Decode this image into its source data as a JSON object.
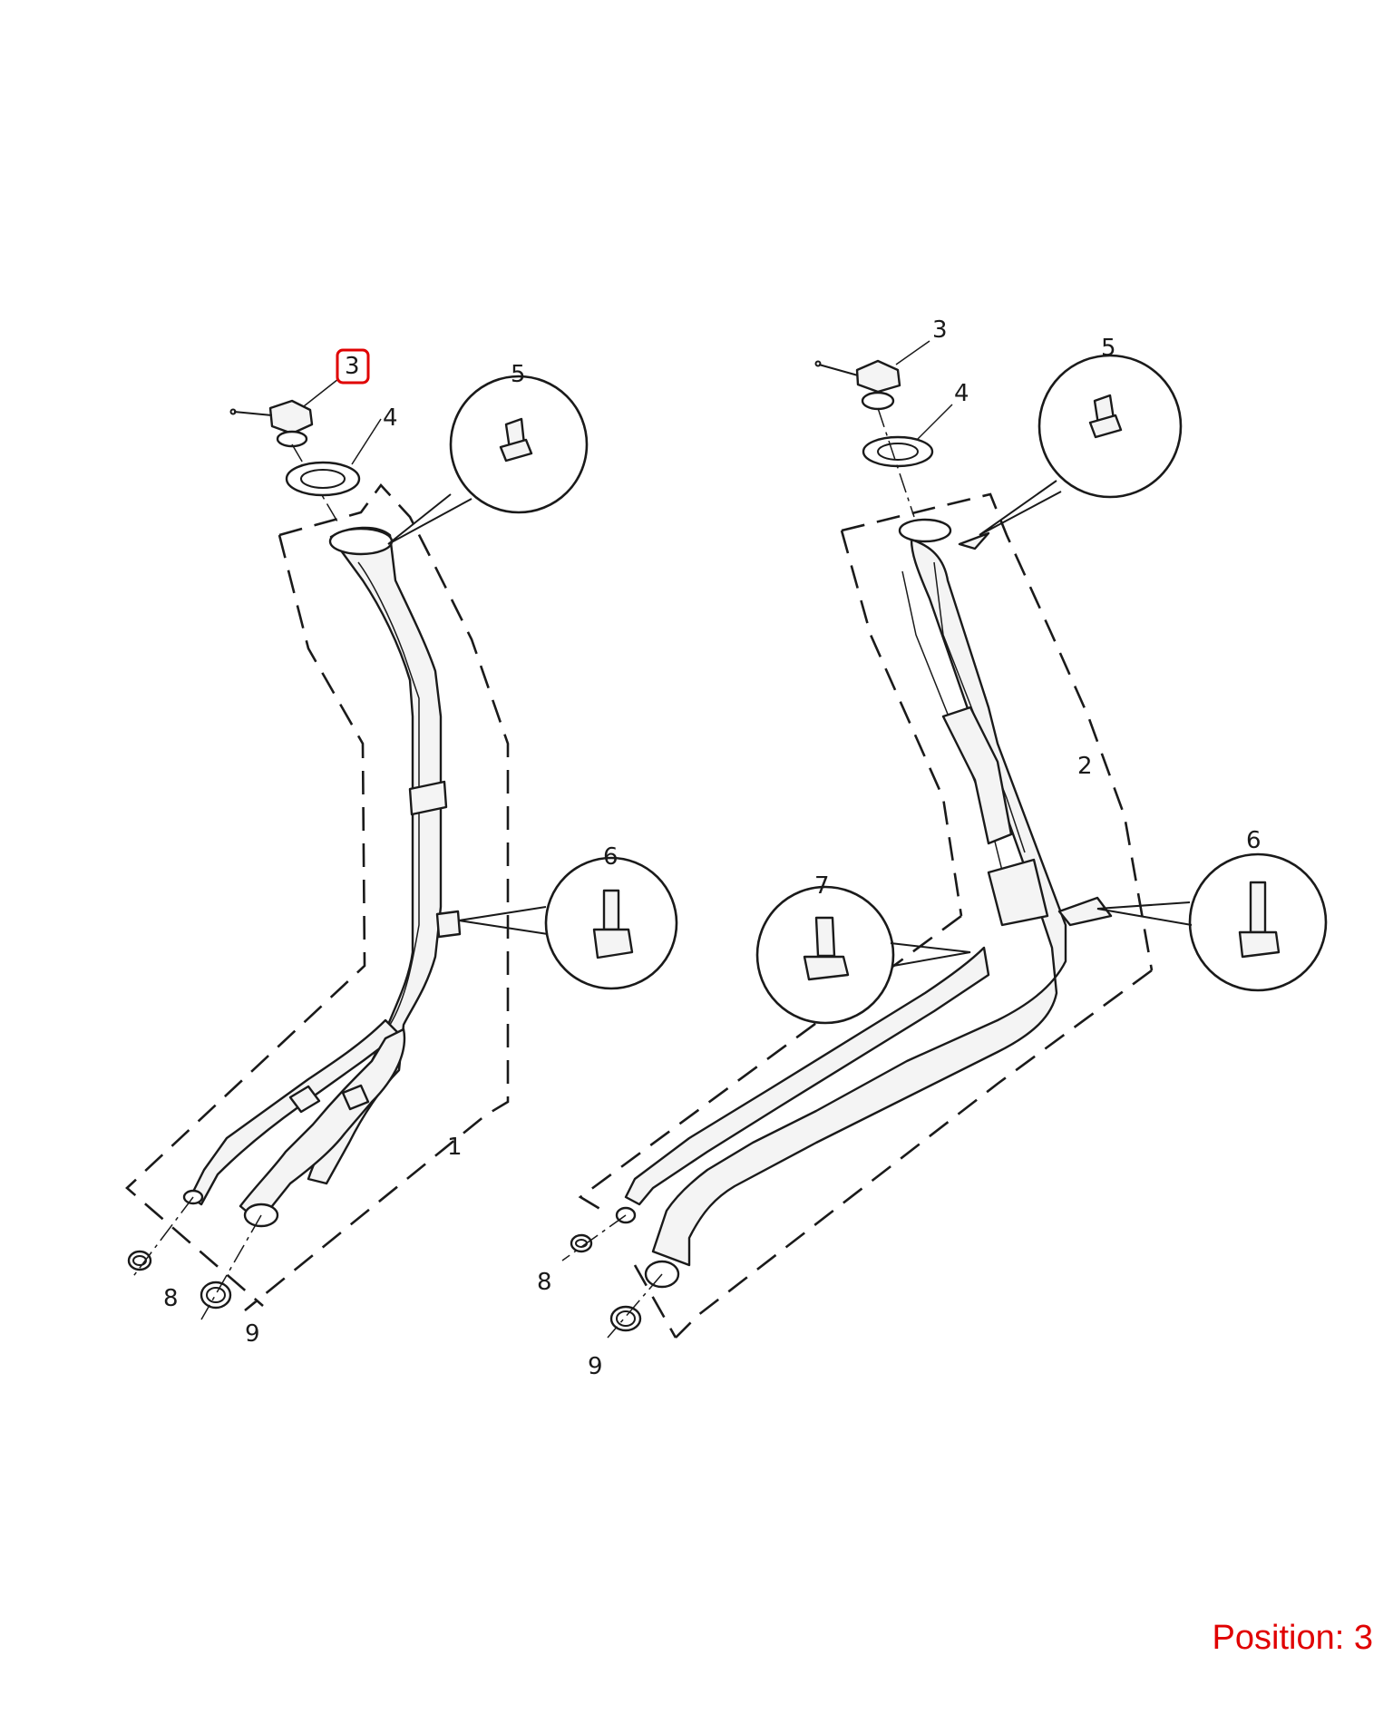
{
  "diagram": {
    "callouts": {
      "left": {
        "c1": "1",
        "c3": "3",
        "c4": "4",
        "c5": "5",
        "c6": "6",
        "c8": "8",
        "c9": "9"
      },
      "right": {
        "c2": "2",
        "c3": "3",
        "c4": "4",
        "c5": "5",
        "c6": "6",
        "c7": "7",
        "c8": "8",
        "c9": "9"
      }
    },
    "highlighted_callout": "3",
    "highlight_color": "#e00000"
  },
  "position_label": "Position: 3"
}
